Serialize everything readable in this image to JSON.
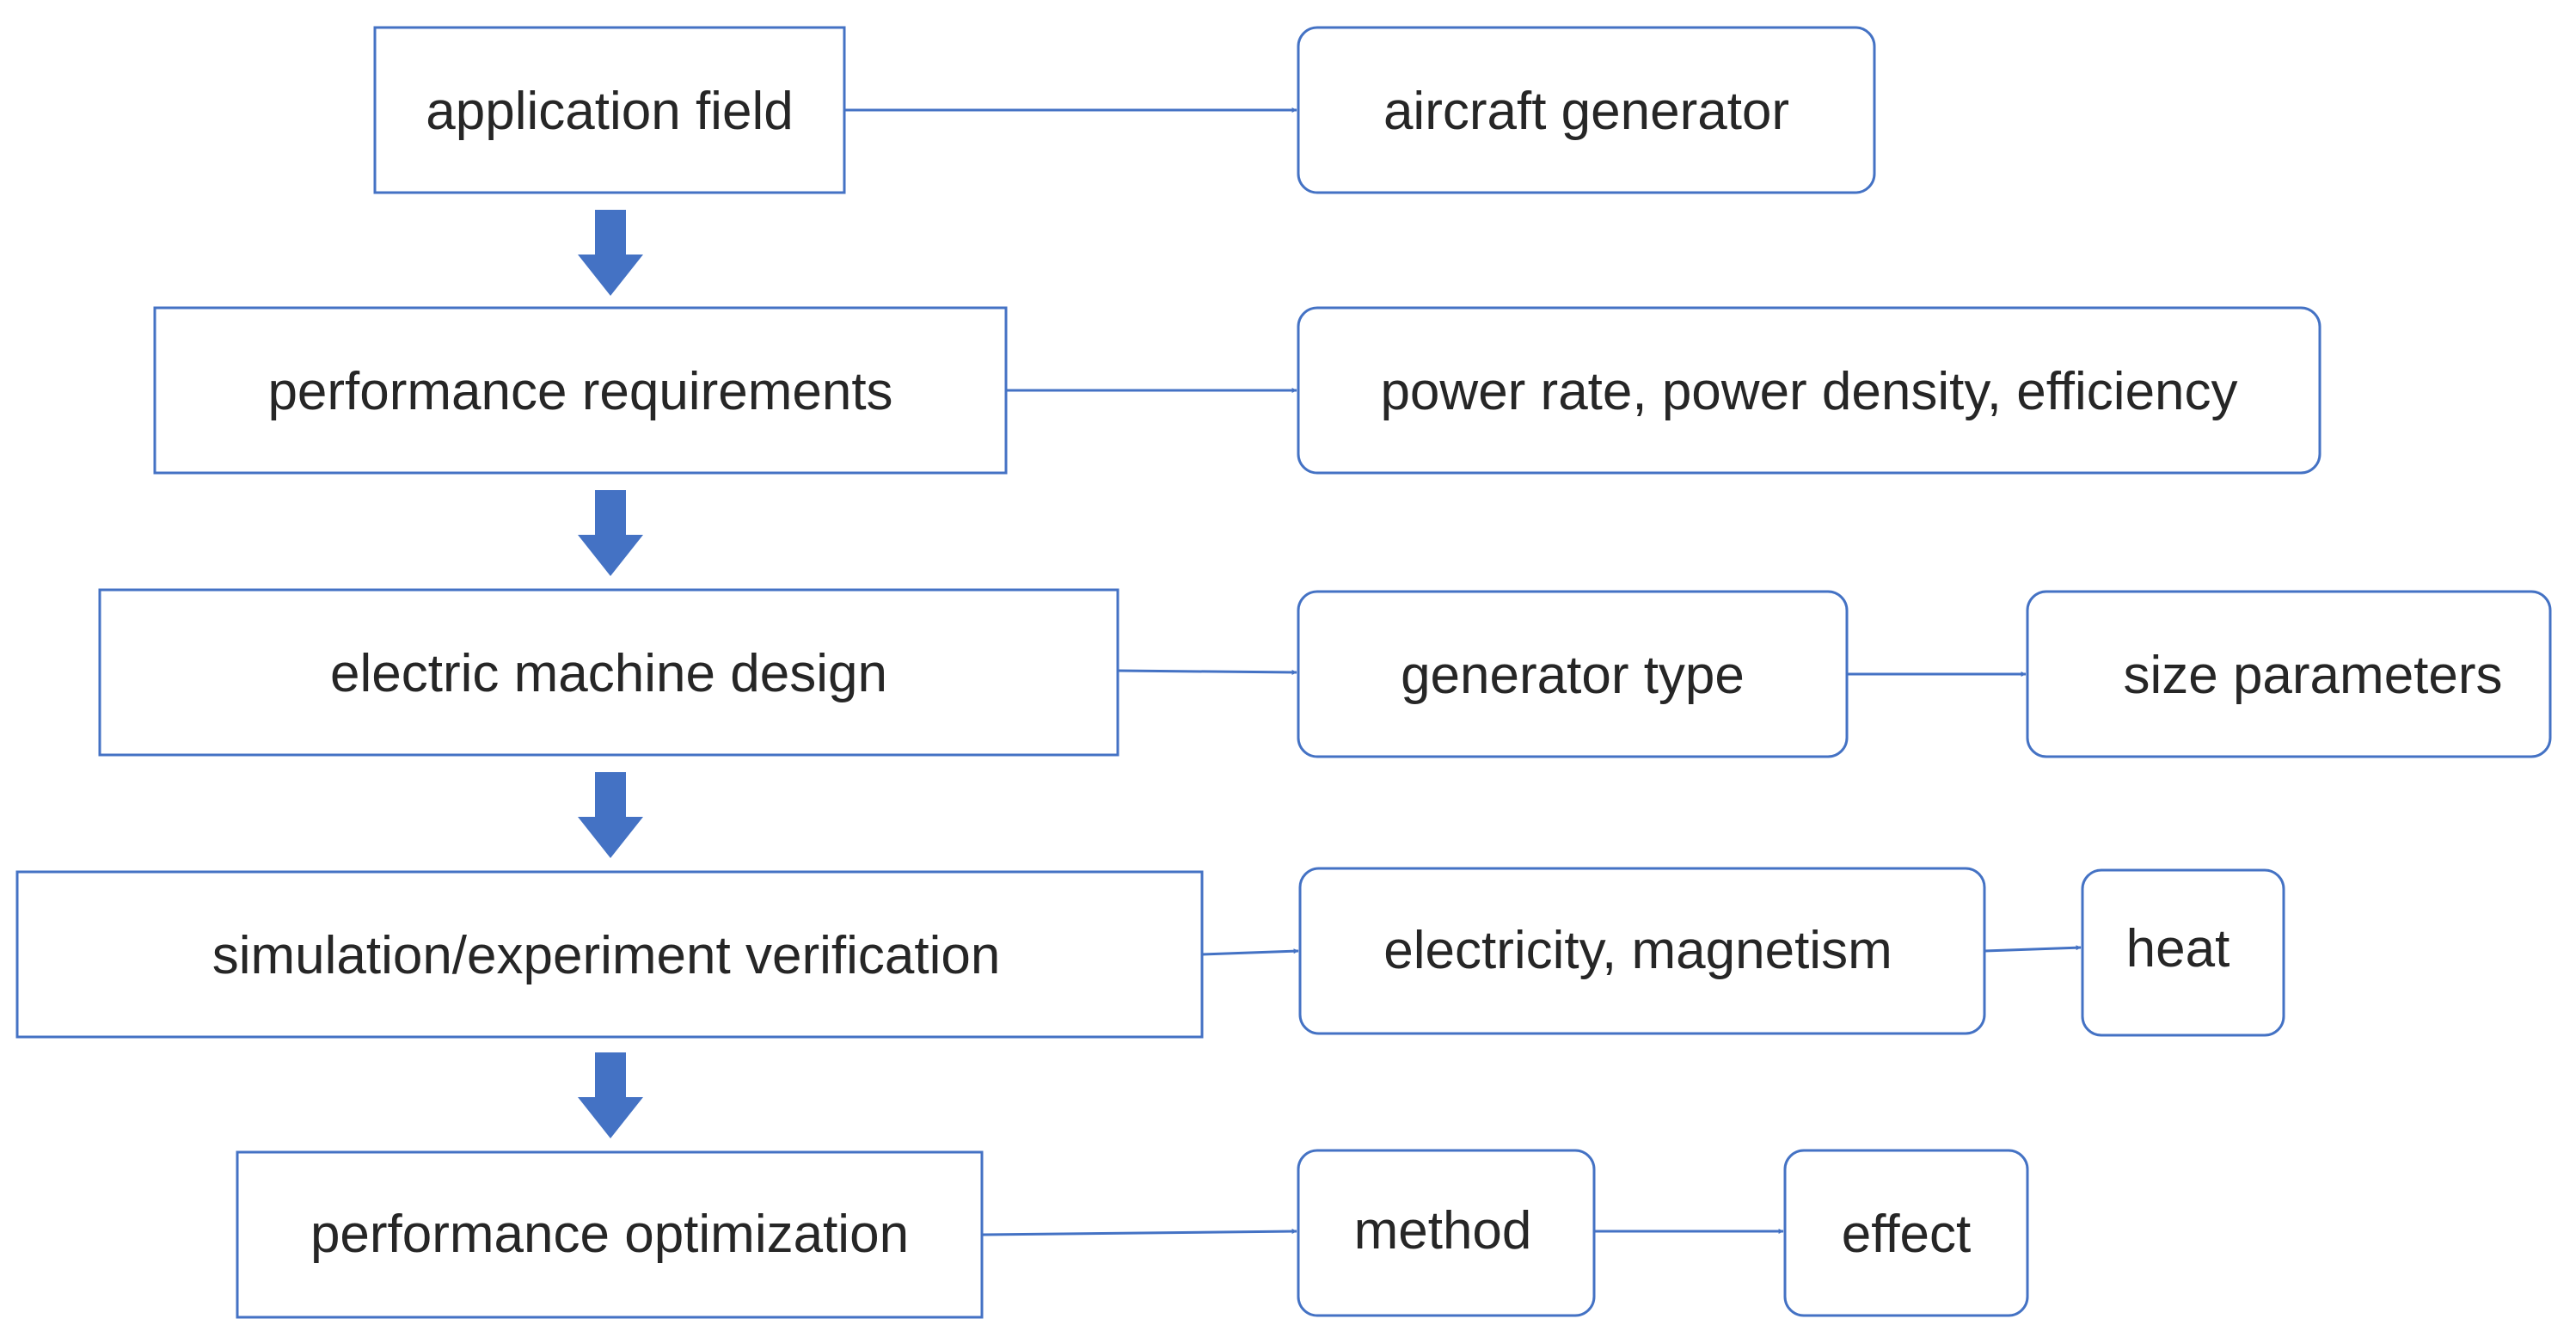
{
  "colors": {
    "stroke": "#4472C4",
    "arrow_fill": "#4472C4",
    "text": "#262626",
    "background": "#ffffff"
  },
  "stages": [
    {
      "label": "application field"
    },
    {
      "label": "performance requirements"
    },
    {
      "label": "electric machine design"
    },
    {
      "label": "simulation/experiment verification"
    },
    {
      "label": "performance optimization"
    }
  ],
  "details": [
    {
      "label": "aircraft generator"
    },
    {
      "label": "power rate, power density, efficiency"
    },
    {
      "label": "generator type"
    },
    {
      "label": "size parameters"
    },
    {
      "label": "electricity, magnetism"
    },
    {
      "label": "heat"
    },
    {
      "label": "method"
    },
    {
      "label": "effect"
    }
  ]
}
